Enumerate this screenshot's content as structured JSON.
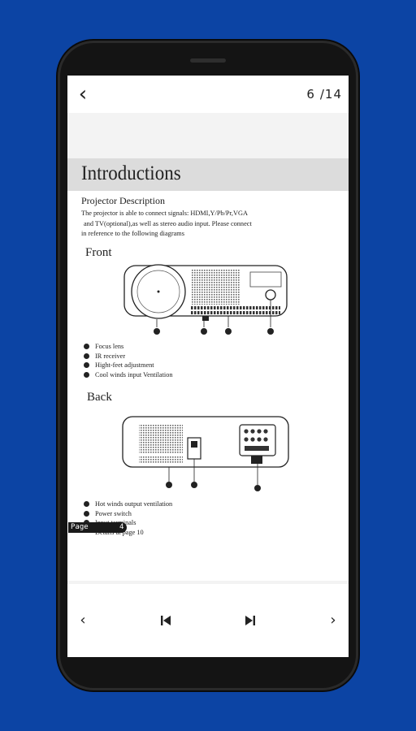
{
  "viewer": {
    "back_icon": "chevron-left-icon",
    "current_page": "6",
    "total_pages": "/14"
  },
  "document": {
    "heading": "Introductions",
    "subheading": "Projector Description",
    "description_lines": [
      "The projector is able to connect signals: HDMI,Y/Pb/Pr,VGA",
      "and TV(optional),as well as stereo audio input. Please connect",
      "in reference to the following diagrams"
    ],
    "front": {
      "label": "Front",
      "legend": [
        "Focus lens",
        "IR receiver",
        "Hight-feet adjustment",
        "Cool winds input Ventilation"
      ]
    },
    "back": {
      "label": "Back",
      "legend": [
        "Hot winds output ventilation",
        "Power switch",
        "Input terminals"
      ],
      "note": "Details at page 10"
    },
    "page_tag": {
      "label": "Page",
      "number": "4"
    }
  },
  "bottom_nav": {
    "prev_icon": "chevron-left-icon",
    "first_icon": "skip-previous-icon",
    "last_icon": "skip-next-icon",
    "next_icon": "chevron-right-icon"
  }
}
